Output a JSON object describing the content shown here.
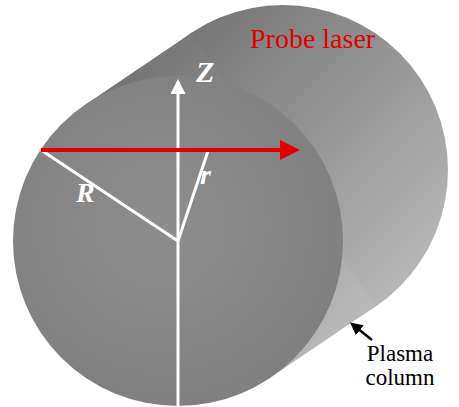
{
  "diagram": {
    "labels": [
      "Z",
      "Probe laser",
      "R",
      "r",
      "Plasma column"
    ]
  }
}
